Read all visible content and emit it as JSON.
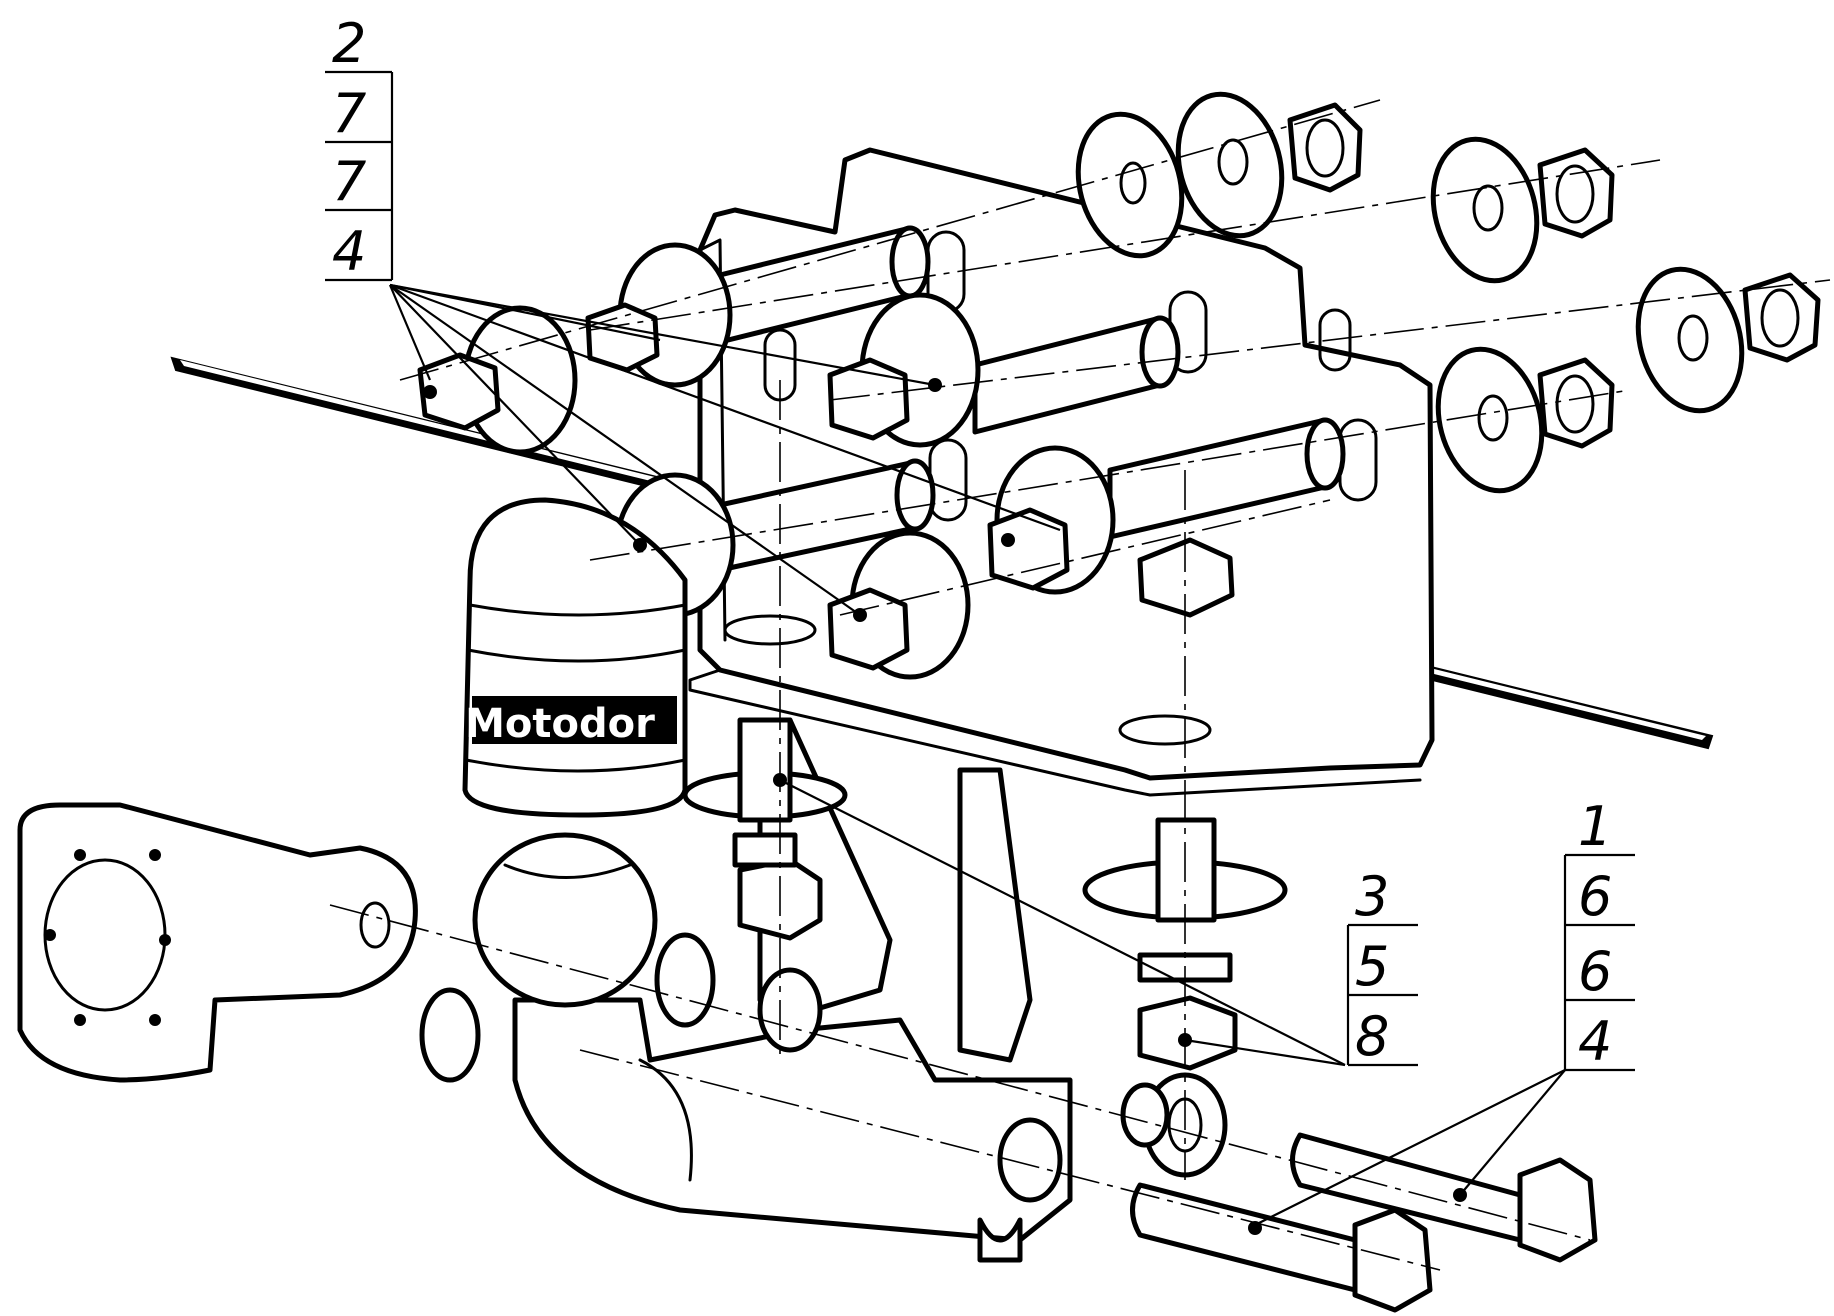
{
  "diagram": {
    "brand_text": "Motodor",
    "callout_groups": [
      {
        "id": "upper-left",
        "labels": [
          "2",
          "7",
          "7",
          "4"
        ]
      },
      {
        "id": "middle-right",
        "labels": [
          "3",
          "5",
          "8"
        ]
      },
      {
        "id": "lower-right",
        "labels": [
          "1",
          "6",
          "6",
          "4"
        ]
      }
    ],
    "colors": {
      "ink": "#000000",
      "paper": "#ffffff"
    }
  }
}
